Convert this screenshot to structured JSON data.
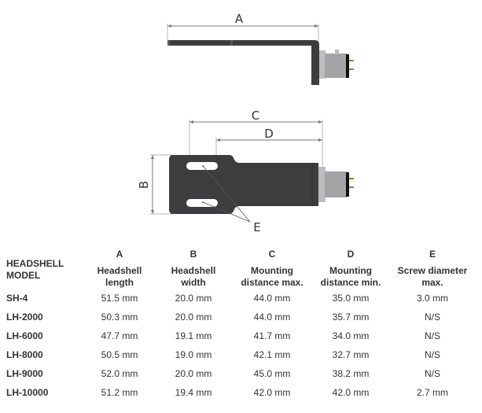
{
  "diagram": {
    "labels": {
      "A": "A",
      "B": "B",
      "C": "C",
      "D": "D",
      "E": "E"
    },
    "colors": {
      "body": "#3d3d3f",
      "connector": "#a4a4a6",
      "line": "#555555"
    }
  },
  "table": {
    "model_header": [
      "HEADSHELL",
      "MODEL"
    ],
    "columns": [
      {
        "letter": "A",
        "line1": "Headshell",
        "line2": "length"
      },
      {
        "letter": "B",
        "line1": "Headshell",
        "line2": "width"
      },
      {
        "letter": "C",
        "line1": "Mounting",
        "line2": "distance max."
      },
      {
        "letter": "D",
        "line1": "Mounting",
        "line2": "distance min."
      },
      {
        "letter": "E",
        "line1": "Screw diameter",
        "line2": "max."
      }
    ],
    "rows": [
      {
        "model": "SH-4",
        "a": "51.5 mm",
        "b": "20.0 mm",
        "c": "44.0 mm",
        "d": "35.0 mm",
        "e": "3.0 mm"
      },
      {
        "model": "LH-2000",
        "a": "50.3 mm",
        "b": "20.0 mm",
        "c": "44.0 mm",
        "d": "35.7 mm",
        "e": "N/S"
      },
      {
        "model": "LH-6000",
        "a": "47.7 mm",
        "b": "19.1 mm",
        "c": "41.7 mm",
        "d": "34.0 mm",
        "e": "N/S"
      },
      {
        "model": "LH-8000",
        "a": "50.5 mm",
        "b": "19.0 mm",
        "c": "42.1 mm",
        "d": "32.7 mm",
        "e": "N/S"
      },
      {
        "model": "LH-9000",
        "a": "52.0 mm",
        "b": "20.0 mm",
        "c": "45.0 mm",
        "d": "38.2 mm",
        "e": "N/S"
      },
      {
        "model": "LH-10000",
        "a": "51.2 mm",
        "b": "19.4 mm",
        "c": "42.0 mm",
        "d": "42.0 mm",
        "e": "2.7 mm"
      }
    ]
  }
}
